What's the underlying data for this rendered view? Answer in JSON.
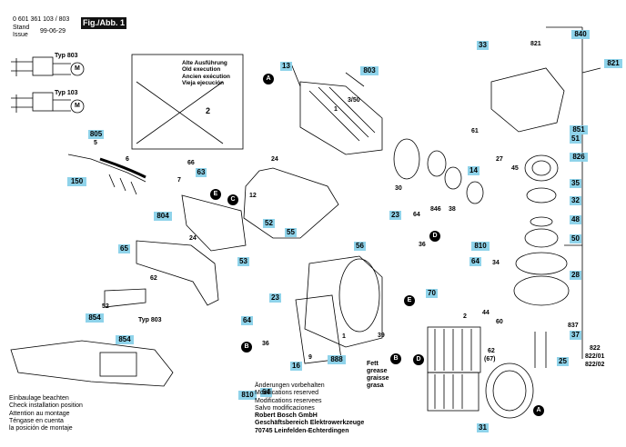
{
  "header": {
    "part_number": "0 601 361 103 / 803",
    "stand_label": "Stand",
    "issue_label": "Issue",
    "date": "99-06-29",
    "figure_label": "Fig./Abb. 1"
  },
  "old_execution": [
    "Alte Ausführung",
    "Old execution",
    "Ancien exécution",
    "Vieja ejecución"
  ],
  "old_execution_ref": "2",
  "typ_labels": {
    "typ803_top": "Typ 803",
    "typ103": "Typ 103",
    "typ803_bottom": "Typ 803"
  },
  "motor_symbol": "M",
  "part_labels": [
    "805",
    "5",
    "6",
    "150",
    "66",
    "63",
    "7",
    "E",
    "C",
    "12",
    "804",
    "52",
    "55",
    "24",
    "65",
    "24",
    "62",
    "52",
    "854",
    "854",
    "53",
    "13",
    "803",
    "3/50",
    "1",
    "14",
    "30",
    "846",
    "38",
    "23",
    "64",
    "56",
    "36",
    "D",
    "810",
    "64",
    "70",
    "E",
    "2",
    "39",
    "60",
    "44",
    "62",
    "(67)",
    "64",
    "23",
    "B",
    "36",
    "16",
    "9",
    "888",
    "B",
    "810",
    "64",
    "1",
    "D",
    "A",
    "A",
    "33",
    "821",
    "840",
    "821",
    "61",
    "27",
    "45",
    "826",
    "851",
    "51",
    "35",
    "32",
    "48",
    "50",
    "28",
    "34",
    "837",
    "37",
    "822",
    "822/01",
    "822/02",
    "25",
    "31"
  ],
  "fett_note": [
    "Fett",
    "grease",
    "graisse",
    "grasa"
  ],
  "installation_notes": [
    "Einbaulage beachten",
    "Check installation position",
    "Attention au montage",
    "Téngase en cuenta",
    "la posición de montaje"
  ],
  "imprint": [
    "Änderungen vorbehalten",
    "Modifications reserved",
    "Modifications reservees",
    "Salvo modificaciones",
    "Robert Bosch GmbH",
    "Geschäftsbereich Elektrowerkzeuge",
    "70745 Leinfelden-Echterdingen"
  ],
  "colors": {
    "label_fill": "#8fd3ea",
    "ink": "#000000",
    "marker_fill": "#000000"
  }
}
